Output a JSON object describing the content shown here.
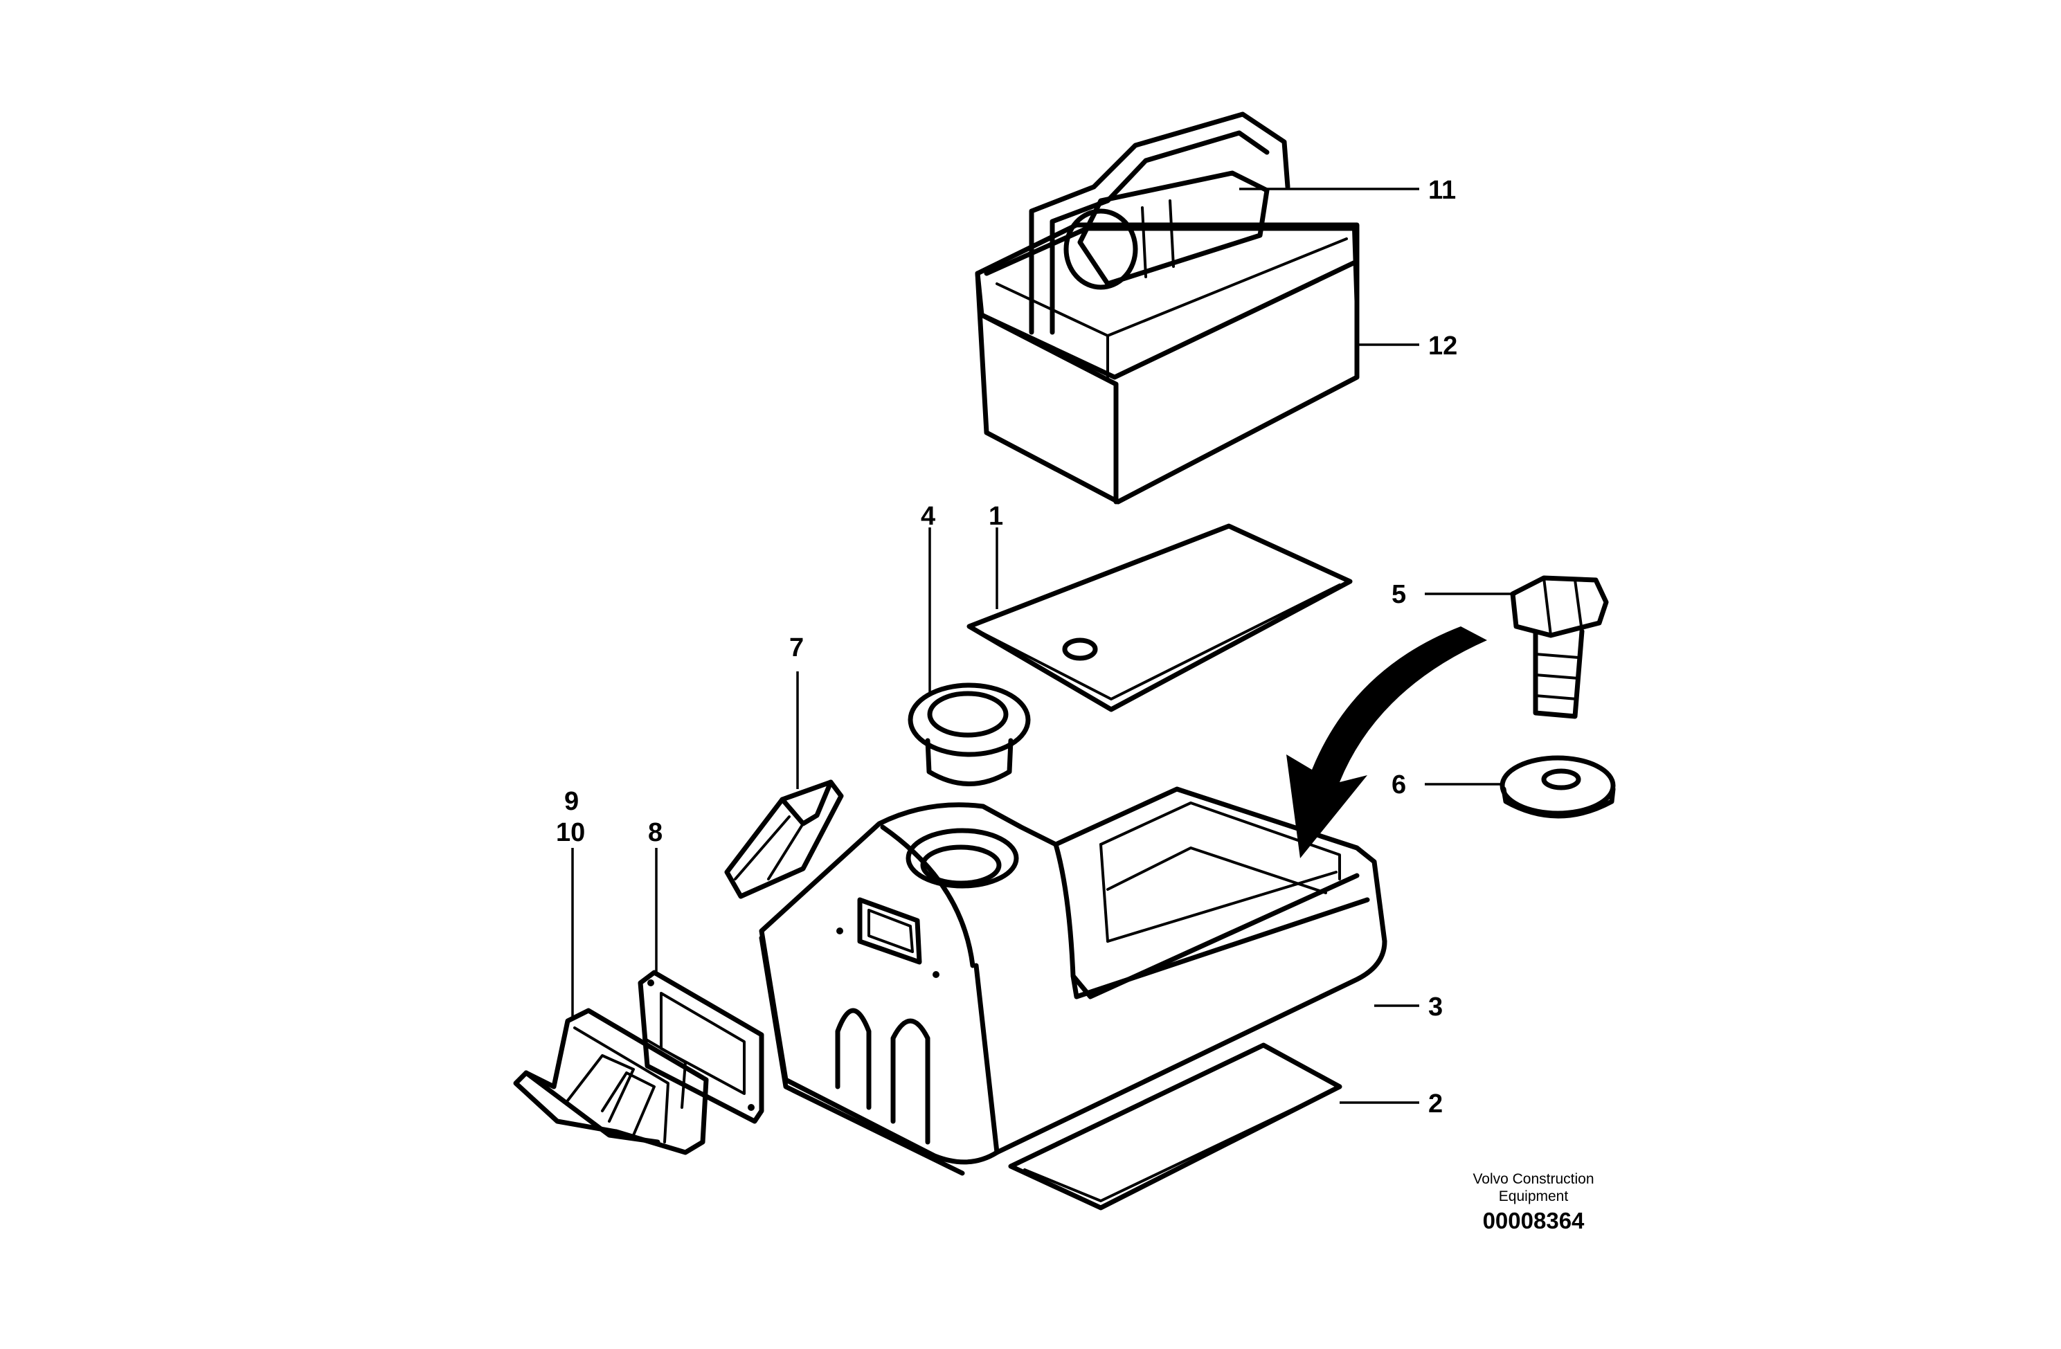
{
  "callouts": {
    "c1": "1",
    "c2": "2",
    "c3": "3",
    "c4": "4",
    "c5": "5",
    "c6": "6",
    "c7": "7",
    "c8": "8",
    "c9": "9",
    "c10": "10",
    "c11": "11",
    "c12": "12"
  },
  "footer": {
    "company_line1": "Volvo Construction",
    "company_line2": "Equipment",
    "document_number": "00008364"
  }
}
